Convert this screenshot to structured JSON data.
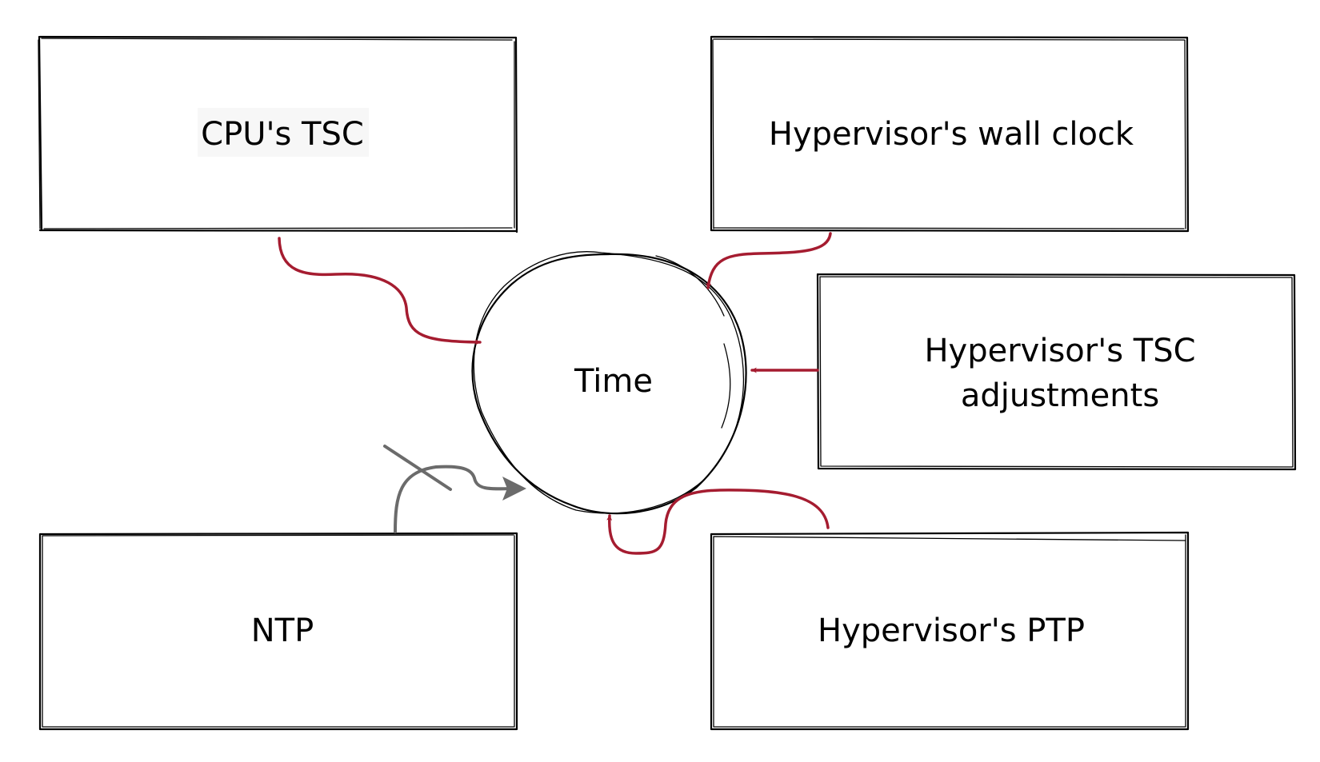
{
  "diagram": {
    "title": "Time sources",
    "center": {
      "label": "Time"
    },
    "nodes": [
      {
        "id": "cpu-tsc",
        "label": "CPU's TSC"
      },
      {
        "id": "hv-wall-clock",
        "label": "Hypervisor's wall clock"
      },
      {
        "id": "hv-tsc-adj",
        "lines": [
          "Hypervisor's TSC",
          "adjustments"
        ]
      },
      {
        "id": "ntp",
        "label": "NTP"
      },
      {
        "id": "hv-ptp",
        "label": "Hypervisor's PTP"
      }
    ],
    "edges": [
      {
        "from": "cpu-tsc",
        "to": "time",
        "status": "active"
      },
      {
        "from": "hv-wall-clock",
        "to": "time",
        "status": "active"
      },
      {
        "from": "hv-tsc-adj",
        "to": "time",
        "status": "active"
      },
      {
        "from": "hv-ptp",
        "to": "time",
        "status": "active"
      },
      {
        "from": "ntp",
        "to": "time",
        "status": "crossed-out"
      }
    ],
    "colors": {
      "active_edge": "#a51c30",
      "inactive_edge": "#6b6b6b",
      "stroke": "#000000",
      "label_highlight": "#f7f7f7"
    }
  }
}
